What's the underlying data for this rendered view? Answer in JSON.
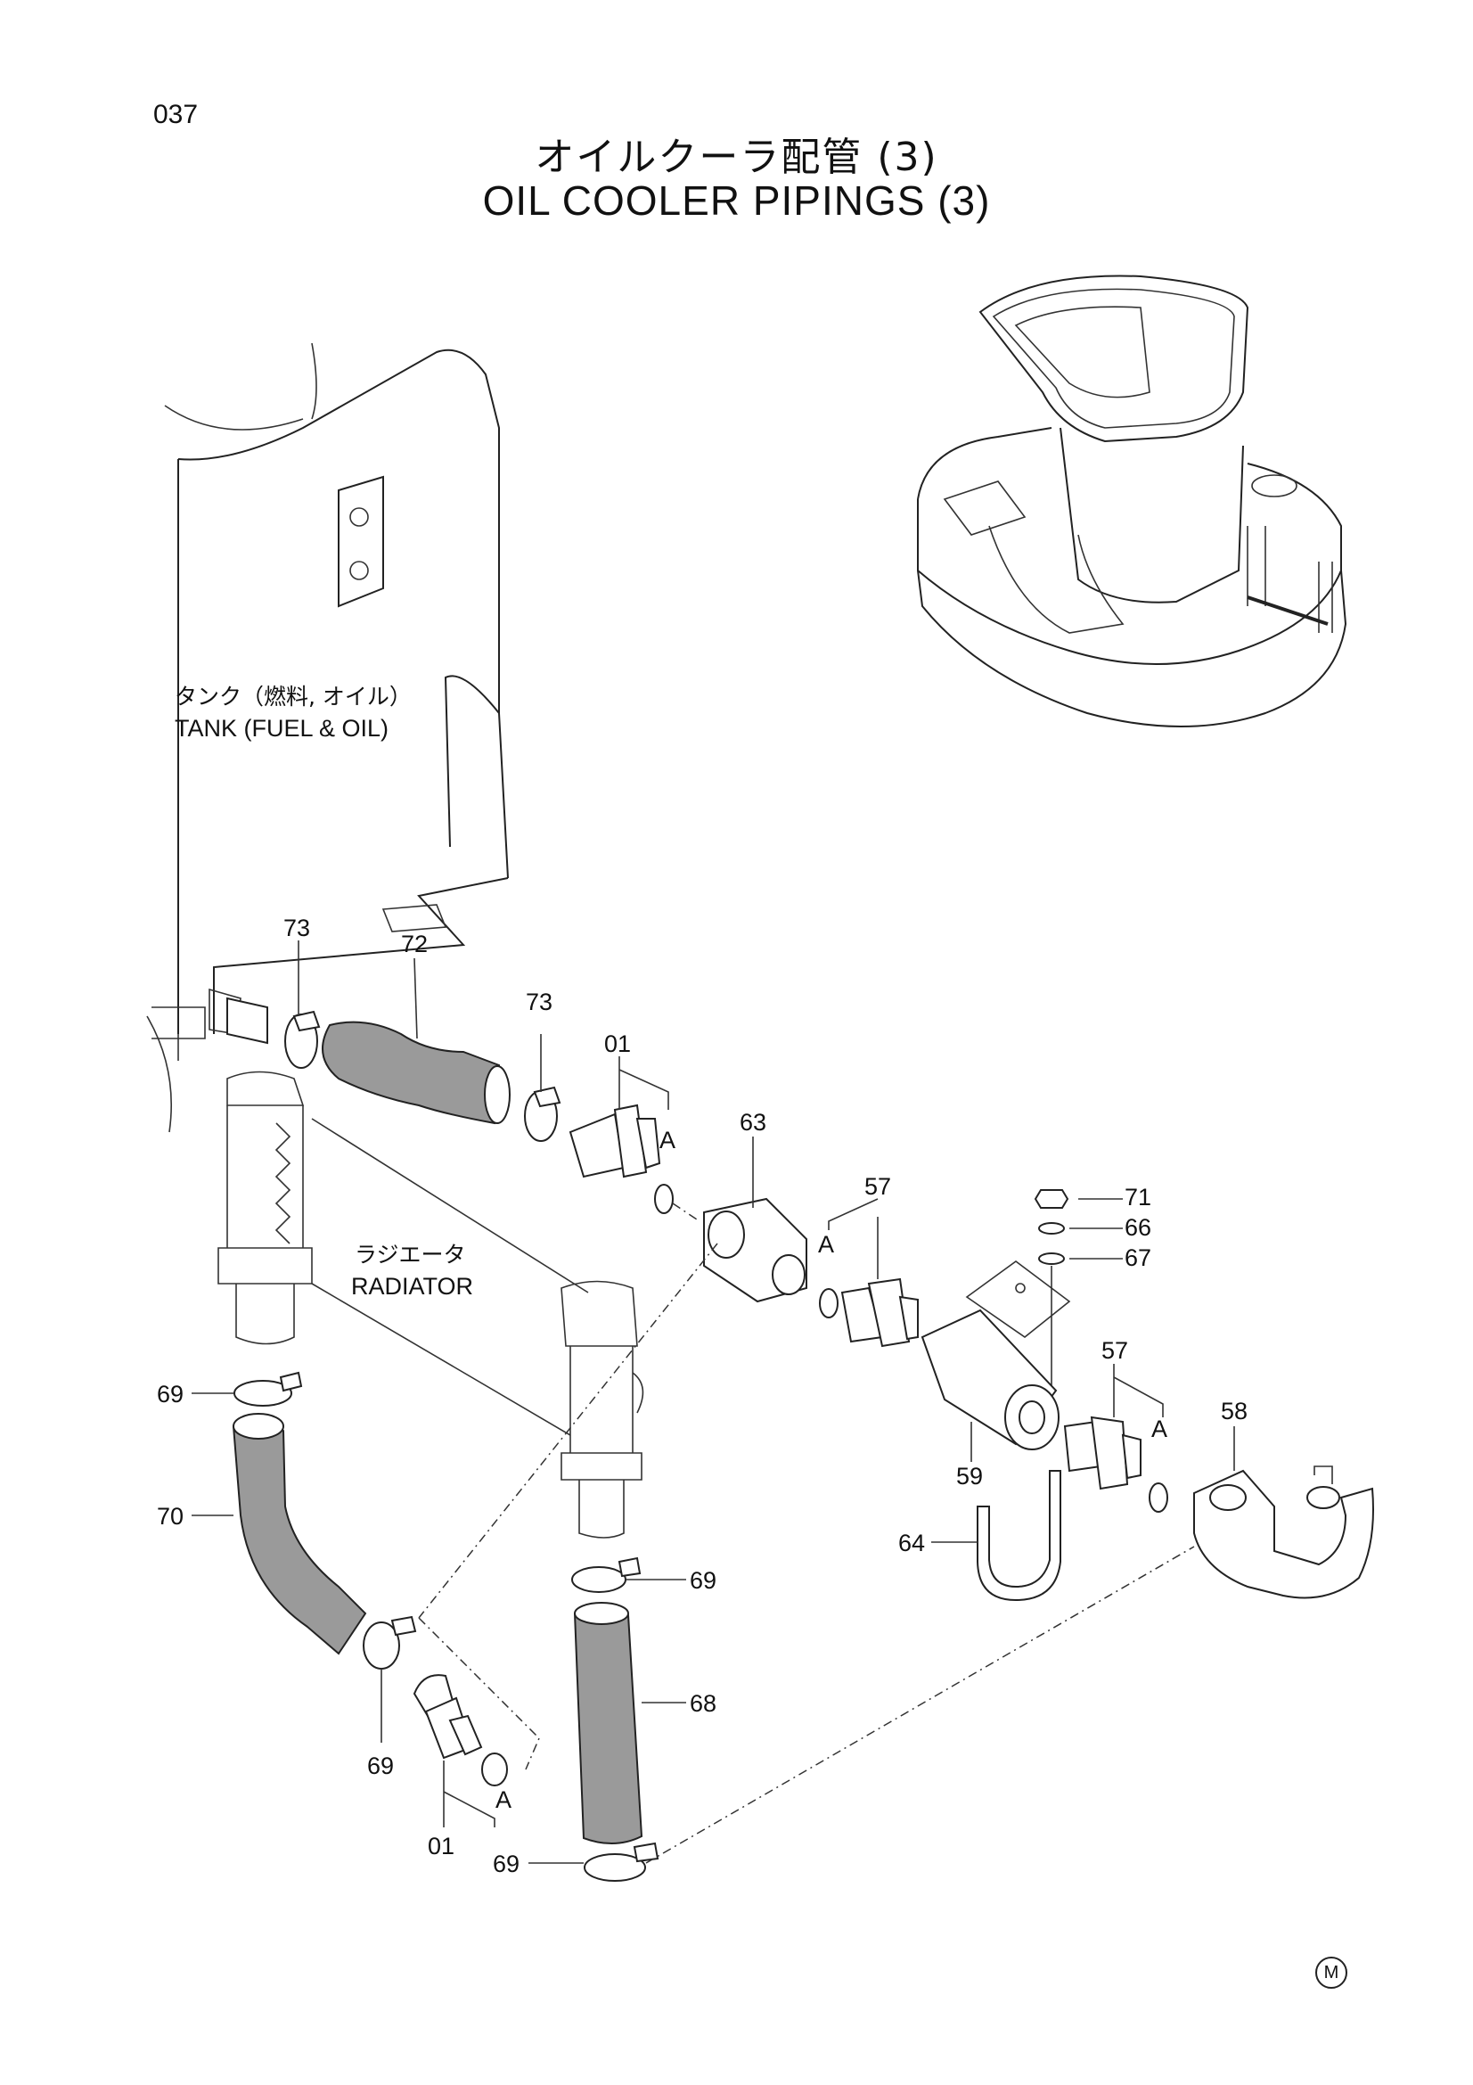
{
  "page_number": "037",
  "title_jp": "オイルクーラ配管 (3)",
  "title_en": "OIL COOLER PIPINGS (3)",
  "tank_label_jp": "タンク（燃料, オイル）",
  "tank_label_en": "TANK (FUEL & OIL)",
  "radiator_label_jp": "ラジエータ",
  "radiator_label_en": "RADIATOR",
  "corner_mark": "M",
  "callouts": {
    "c73a": "73",
    "c72": "72",
    "c73b": "73",
    "c01a": "01",
    "cAa": "A",
    "c63": "63",
    "c57a": "57",
    "cAb": "A",
    "c71": "71",
    "c66": "66",
    "c67": "67",
    "c57b": "57",
    "cAc": "A",
    "c58": "58",
    "c59": "59",
    "c64": "64",
    "c69a": "69",
    "c70": "70",
    "c69b": "69",
    "c68": "68",
    "c69c": "69",
    "c69d": "69",
    "c01b": "01",
    "cAd": "A"
  },
  "colors": {
    "hose_fill": "#9a9a9a",
    "line": "#222222"
  }
}
